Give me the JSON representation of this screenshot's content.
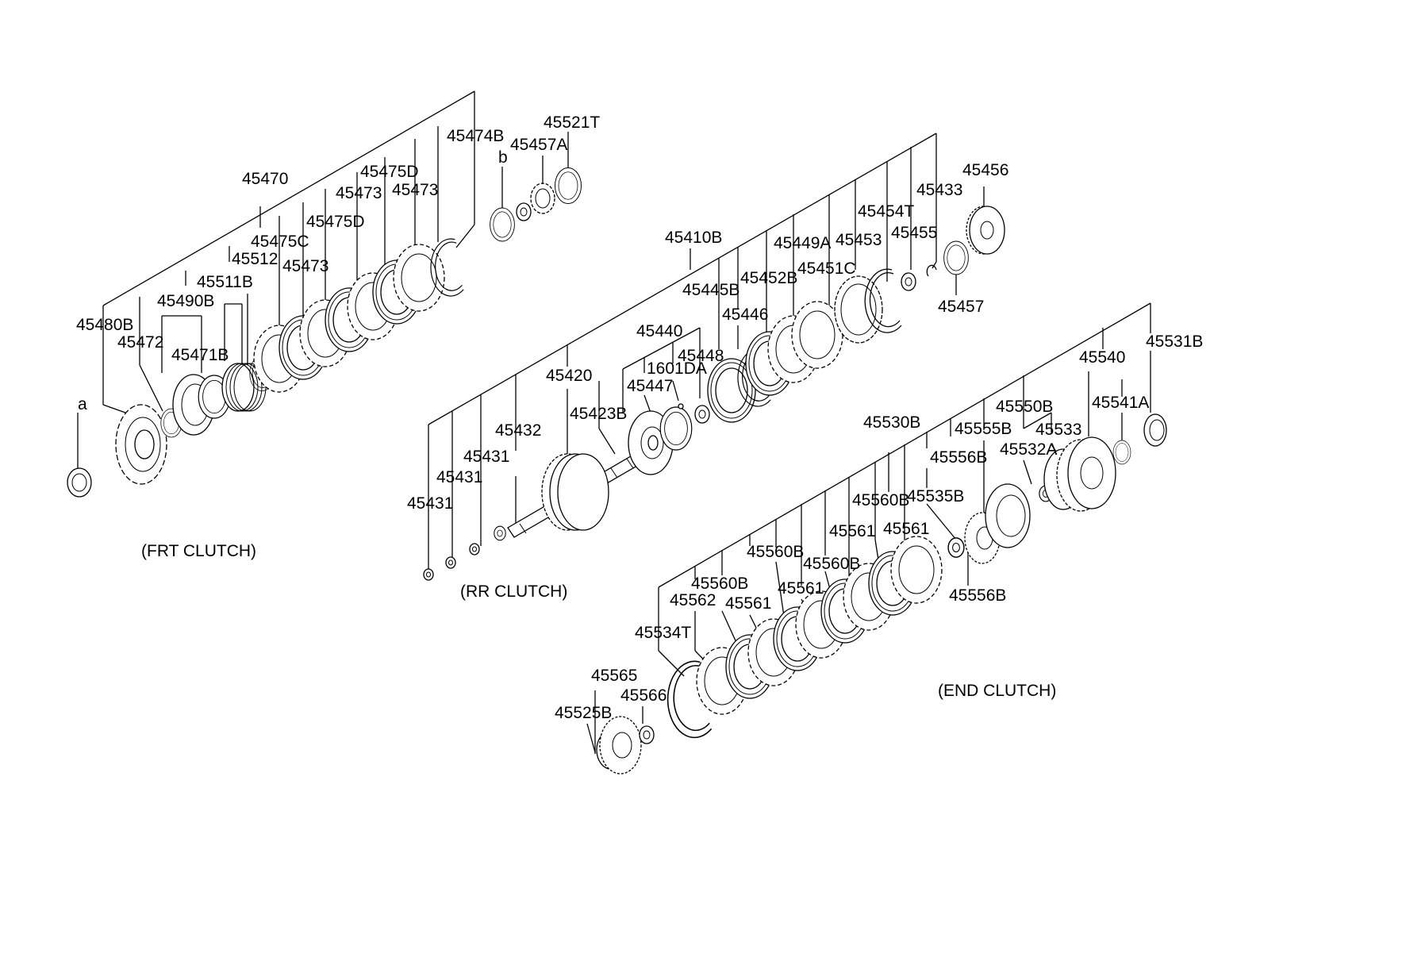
{
  "sections": {
    "frt": "(FRT CLUTCH)",
    "rr": "(RR CLUTCH)",
    "end": "(END CLUTCH)"
  },
  "refs": {
    "a": "a",
    "b": "b"
  },
  "labels": {
    "p45470": "45470",
    "p45474B": "45474B",
    "p45457A": "45457A",
    "p45521T": "45521T",
    "p45475D_1": "45475D",
    "p45473_1": "45473",
    "p45473_2": "45473",
    "p45475D_2": "45475D",
    "p45475C": "45475C",
    "p45512": "45512",
    "p45473_3": "45473",
    "p45511B": "45511B",
    "p45490B": "45490B",
    "p45480B": "45480B",
    "p45472": "45472",
    "p45471B": "45471B",
    "p45456": "45456",
    "p45433": "45433",
    "p45454T": "45454T",
    "p45410B": "45410B",
    "p45449A": "45449A",
    "p45453": "45453",
    "p45455": "45455",
    "p45452B": "45452B",
    "p45451C": "45451C",
    "p45445B": "45445B",
    "p45457": "45457",
    "p45446": "45446",
    "p45440": "45440",
    "p45448": "45448",
    "p1601DA": "1601DA",
    "p45447": "45447",
    "p45420": "45420",
    "p45423B": "45423B",
    "p45432": "45432",
    "p45431_1": "45431",
    "p45431_2": "45431",
    "p45431_3": "45431",
    "p45531B": "45531B",
    "p45540": "45540",
    "p45550B": "45550B",
    "p45541A": "45541A",
    "p45530B": "45530B",
    "p45555B": "45555B",
    "p45533": "45533",
    "p45556B_1": "45556B",
    "p45532A": "45532A",
    "p45560B_1": "45560B",
    "p45535B": "45535B",
    "p45561_1": "45561",
    "p45561_2": "45561",
    "p45560B_2": "45560B",
    "p45560B_3": "45560B",
    "p45561_3": "45561",
    "p45560B_4": "45560B",
    "p45562": "45562",
    "p45561_4": "45561",
    "p45556B_2": "45556B",
    "p45534T": "45534T",
    "p45565": "45565",
    "p45566": "45566",
    "p45525B": "45525B"
  }
}
